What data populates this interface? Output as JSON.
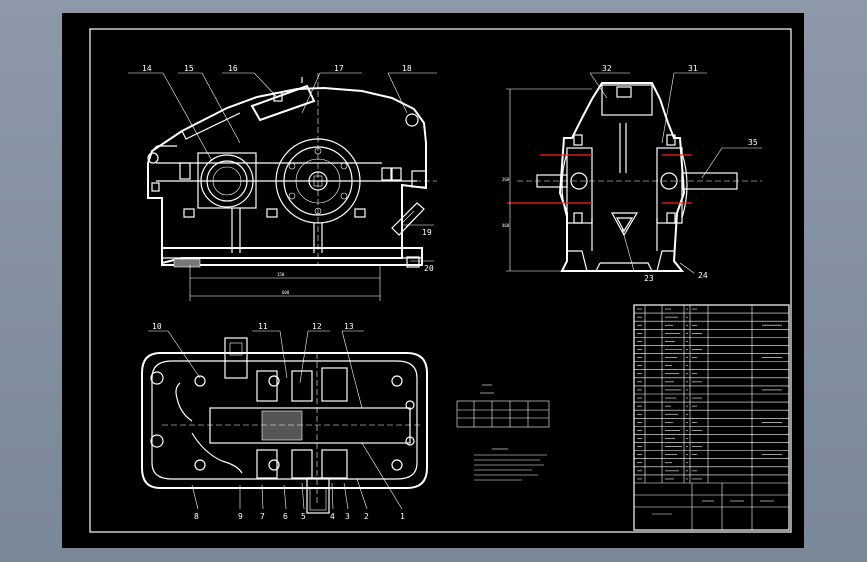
{
  "drawing": {
    "callouts_front": [
      "14",
      "15",
      "16",
      "17",
      "18",
      "19",
      "20"
    ],
    "callouts_side": [
      "32",
      "31",
      "35",
      "23",
      "24"
    ],
    "callouts_top_upper": [
      "10",
      "11",
      "12",
      "13"
    ],
    "callouts_top_lower": [
      "8",
      "9",
      "7",
      "6",
      "5",
      "4",
      "3",
      "2",
      "1"
    ]
  }
}
